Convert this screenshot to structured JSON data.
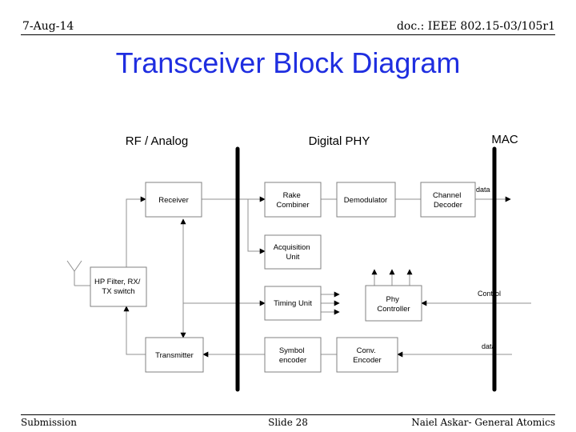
{
  "header": {
    "date": "7-Aug-14",
    "doc_id": "doc.: IEEE 802.15-03/105r1"
  },
  "title": "Transceiver Block Diagram",
  "sections": {
    "rf_analog": "RF / Analog",
    "digital_phy": "Digital PHY",
    "mac": "MAC"
  },
  "blocks": {
    "receiver": [
      "Receiver"
    ],
    "rake_combiner": [
      "Rake",
      "Combiner"
    ],
    "demodulator": [
      "Demodulator"
    ],
    "channel_decoder": [
      "Channel",
      "Decoder"
    ],
    "acquisition_unit": [
      "Acquisition",
      "Unit"
    ],
    "hp_filter": [
      "HP Filter, RX/",
      "TX switch"
    ],
    "timing_unit": [
      "Timing Unit"
    ],
    "phy_controller": [
      "Phy",
      "Controller"
    ],
    "transmitter": [
      "Transmitter"
    ],
    "symbol_encoder": [
      "Symbol",
      "encoder"
    ],
    "conv_encoder": [
      "Conv.",
      "Encoder"
    ]
  },
  "signal_labels": {
    "data_out": "data",
    "control": "Control",
    "data_in": "data"
  },
  "footer": {
    "left": "Submission",
    "center": "Slide 28",
    "right": "Naiel Askar- General Atomics"
  },
  "colors": {
    "title": "#1f2ee0",
    "box_stroke": "#808080",
    "wire": "#909090",
    "separator": "#000000"
  }
}
